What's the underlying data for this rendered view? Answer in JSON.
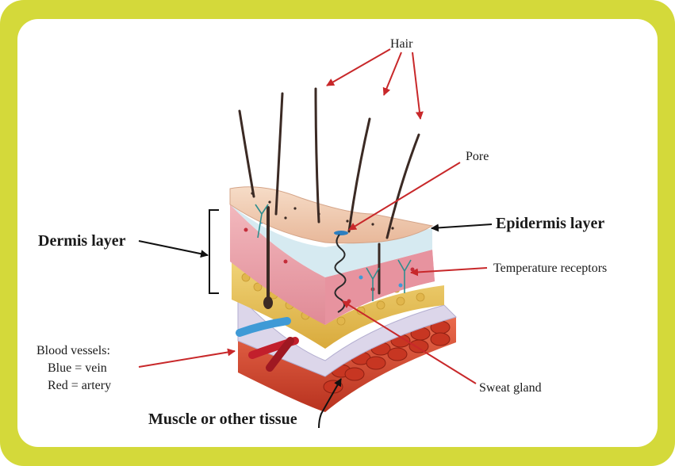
{
  "labels": {
    "hair": "Hair",
    "pore": "Pore",
    "epidermis": "Epidermis layer",
    "dermis": "Dermis layer",
    "temperature": "Temperature receptors",
    "blood_vessels_title": "Blood vessels:",
    "blood_vessels_blue": "Blue = vein",
    "blood_vessels_red": "Red = artery",
    "sweat_gland": "Sweat gland",
    "muscle": "Muscle or other tissue"
  },
  "colors": {
    "frame": "#d4d93a",
    "panel": "#ffffff",
    "arrow_red": "#c8282a",
    "arrow_black": "#111111",
    "epidermis": "#efc7ad",
    "dermis": "#eaa4ae",
    "fat": "#e8c45a",
    "fascia": "#d8d4e8",
    "muscle": "#d8452f",
    "vein": "#3f9ad6",
    "artery": "#c21f2c",
    "hair": "#3b2a24"
  }
}
